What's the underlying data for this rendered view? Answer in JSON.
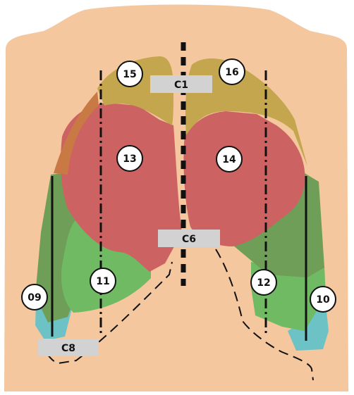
{
  "colors": {
    "skin": "#f4c79e",
    "background": "#ffffff",
    "upper_lobe": "#c4a64e",
    "middle_zone": "#cd6262",
    "lower_zone": "#6fba63",
    "dark_green": "#6f9e58",
    "orange": "#c97a44",
    "base": "#6cc2c4",
    "label_box": "#d2d2d2",
    "line": "#111111"
  },
  "zone_labels": {
    "z09": "09",
    "z10": "10",
    "z11": "11",
    "z12": "12",
    "z13": "13",
    "z14": "14",
    "z15": "15",
    "z16": "16"
  },
  "level_labels": {
    "c1": "C1",
    "c6": "C6",
    "c8": "C8"
  }
}
